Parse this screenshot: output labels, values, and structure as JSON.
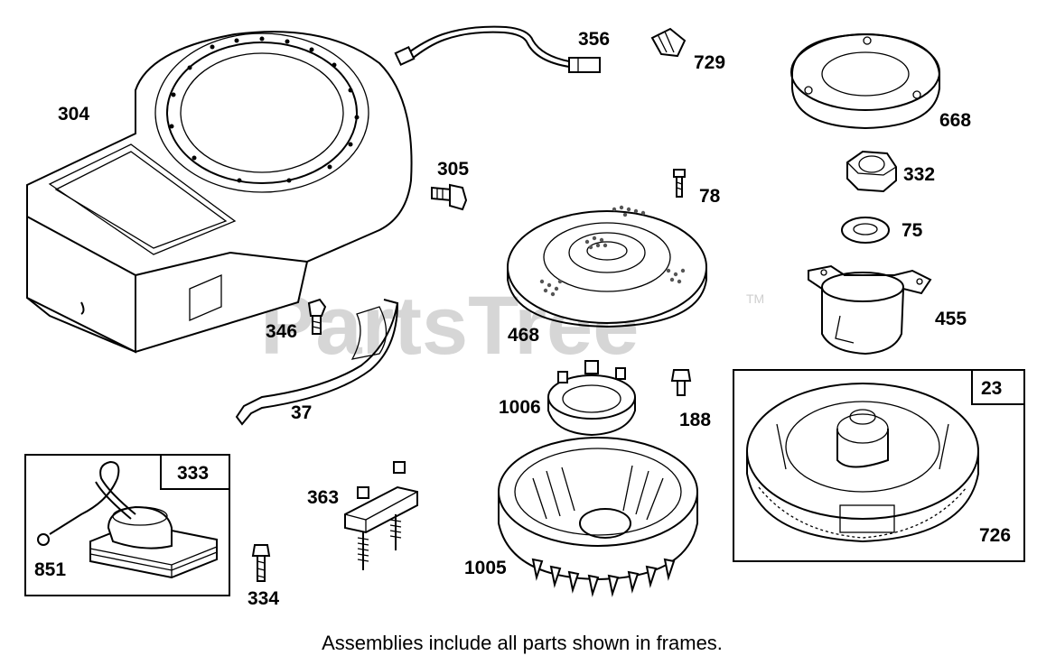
{
  "watermark": {
    "brand": "PartsTree",
    "trademark": "TM"
  },
  "caption": "Assemblies include all parts shown in frames.",
  "frames": [
    {
      "id": "frame-333",
      "number": "333"
    },
    {
      "id": "frame-23",
      "number": "23"
    }
  ],
  "parts": [
    {
      "number": "304",
      "name": "blower-housing"
    },
    {
      "number": "356",
      "name": "wire"
    },
    {
      "number": "729",
      "name": "spark-plug-boot"
    },
    {
      "number": "668",
      "name": "rotating-screen-plate"
    },
    {
      "number": "305",
      "name": "screw"
    },
    {
      "number": "78",
      "name": "screw"
    },
    {
      "number": "332",
      "name": "nut"
    },
    {
      "number": "75",
      "name": "washer"
    },
    {
      "number": "346",
      "name": "screw"
    },
    {
      "number": "468",
      "name": "rotating-screen"
    },
    {
      "number": "455",
      "name": "clutch-housing"
    },
    {
      "number": "37",
      "name": "air-vane"
    },
    {
      "number": "1006",
      "name": "ratchet"
    },
    {
      "number": "188",
      "name": "screw"
    },
    {
      "number": "333",
      "name": "armature-magneto"
    },
    {
      "number": "363",
      "name": "bracket"
    },
    {
      "number": "851",
      "name": "lead-wire"
    },
    {
      "number": "1005",
      "name": "flywheel"
    },
    {
      "number": "726",
      "name": "flywheel-ring-gear"
    },
    {
      "number": "334",
      "name": "screw"
    },
    {
      "number": "23",
      "name": "flywheel-assembly"
    }
  ]
}
